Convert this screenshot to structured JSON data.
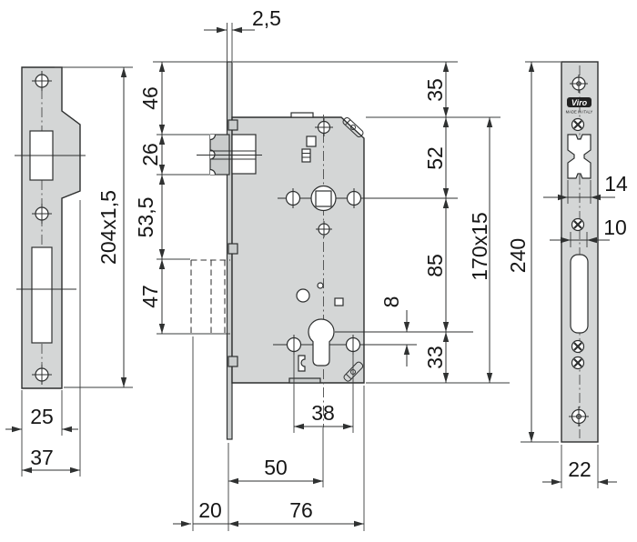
{
  "drawing": {
    "type": "mortise-lock-technical-drawing",
    "views": {
      "left": "strike plate front view",
      "center": "lock case side view",
      "right": "faceplate front view"
    }
  },
  "dims": {
    "faceplate_thickness": "2,5",
    "top_to_latch": "46",
    "latch_height": "26",
    "latch_to_deadbolt": "53,5",
    "deadbolt_height": "47",
    "strike_plate_size": "204x1,5",
    "strike_hole_width": "25",
    "strike_width": "37",
    "faceplate_top_margin": "35",
    "top_to_follower": "52",
    "follower_to_cylinder": "85",
    "cylinder_to_bottom": "33",
    "faceplate_alt_size": "170x15",
    "faceplate_length": "240",
    "cylinder_hole_offset": "8",
    "fixing_holes_spacing": "38",
    "backset": "50",
    "case_depth": "76",
    "deadbolt_throw": "20",
    "latch_cutout_width": "14",
    "deadbolt_slot_width": "10",
    "faceplate_width": "22"
  },
  "brand": {
    "logo": "Viro",
    "origin": "MADE IN ITALY"
  }
}
